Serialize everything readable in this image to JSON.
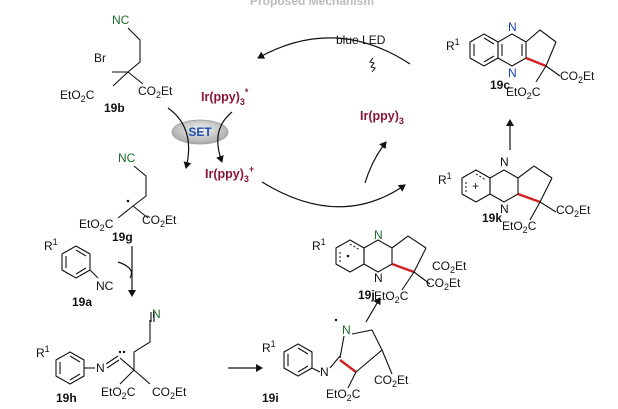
{
  "title": "Proposed Mechanism",
  "light_source": "blue LED",
  "set_label": "SET",
  "catalysts": {
    "excited": {
      "base": "Ir(ppy)",
      "sub": "3",
      "sup": "*"
    },
    "ground": {
      "base": "Ir(ppy)",
      "sub": "3"
    },
    "oxidized": {
      "base": "Ir(ppy)",
      "sub": "3",
      "sup": "+"
    }
  },
  "compounds": {
    "c19b": {
      "id": "19b",
      "nc": "NC",
      "br": "Br",
      "ester_left": {
        "a": "EtO",
        "b": "2",
        "c": "C"
      },
      "ester_right": {
        "a": "CO",
        "b": "2",
        "c": "Et"
      }
    },
    "c19g": {
      "id": "19g",
      "nc": "NC",
      "ester_left": {
        "a": "EtO",
        "b": "2",
        "c": "C"
      },
      "ester_right": {
        "a": "CO",
        "b": "2",
        "c": "Et"
      }
    },
    "c19a": {
      "id": "19a",
      "r": "R",
      "r_sup": "1",
      "nc": "NC"
    },
    "c19h": {
      "id": "19h",
      "r": "R",
      "r_sup": "1",
      "n_imine": "N",
      "n_nitrile": "N",
      "ester_left": {
        "a": "EtO",
        "b": "2",
        "c": "C"
      },
      "ester_right": {
        "a": "CO",
        "b": "2",
        "c": "Et"
      }
    },
    "c19i": {
      "id": "19i",
      "r": "R",
      "r_sup": "1",
      "n_top": "N",
      "n_bottom": "N",
      "ester_left": {
        "a": "EtO",
        "b": "2",
        "c": "C"
      },
      "ester_right": {
        "a": "CO",
        "b": "2",
        "c": "Et"
      }
    },
    "c19j": {
      "id": "19j",
      "r": "R",
      "r_sup": "1",
      "n_top": "N",
      "n_bottom": "N",
      "ester_left": {
        "a": "EtO",
        "b": "2",
        "c": "C"
      },
      "ester_right": {
        "a": "CO",
        "b": "2",
        "c": "Et"
      }
    },
    "c19k": {
      "id": "19k",
      "r": "R",
      "r_sup": "1",
      "n_top": "N",
      "n_bottom": "N",
      "ester_left": {
        "a": "EtO",
        "b": "2",
        "c": "C"
      },
      "ester_right": {
        "a": "CO",
        "b": "2",
        "c": "Et"
      }
    },
    "c19c": {
      "id": "19c",
      "r": "R",
      "r_sup": "1",
      "n_top": "N",
      "n_bottom": "N",
      "ester_left": {
        "a": "EtO",
        "b": "2",
        "c": "C"
      },
      "ester_right": {
        "a": "CO",
        "b": "2",
        "c": "Et"
      }
    }
  },
  "colors": {
    "catalyst": "#8a1538",
    "nitrogen_green": "#1b6b2a",
    "nitrogen_blue": "#1a3fb0",
    "new_bond": "#d32020",
    "set": "#1f4fa8"
  }
}
